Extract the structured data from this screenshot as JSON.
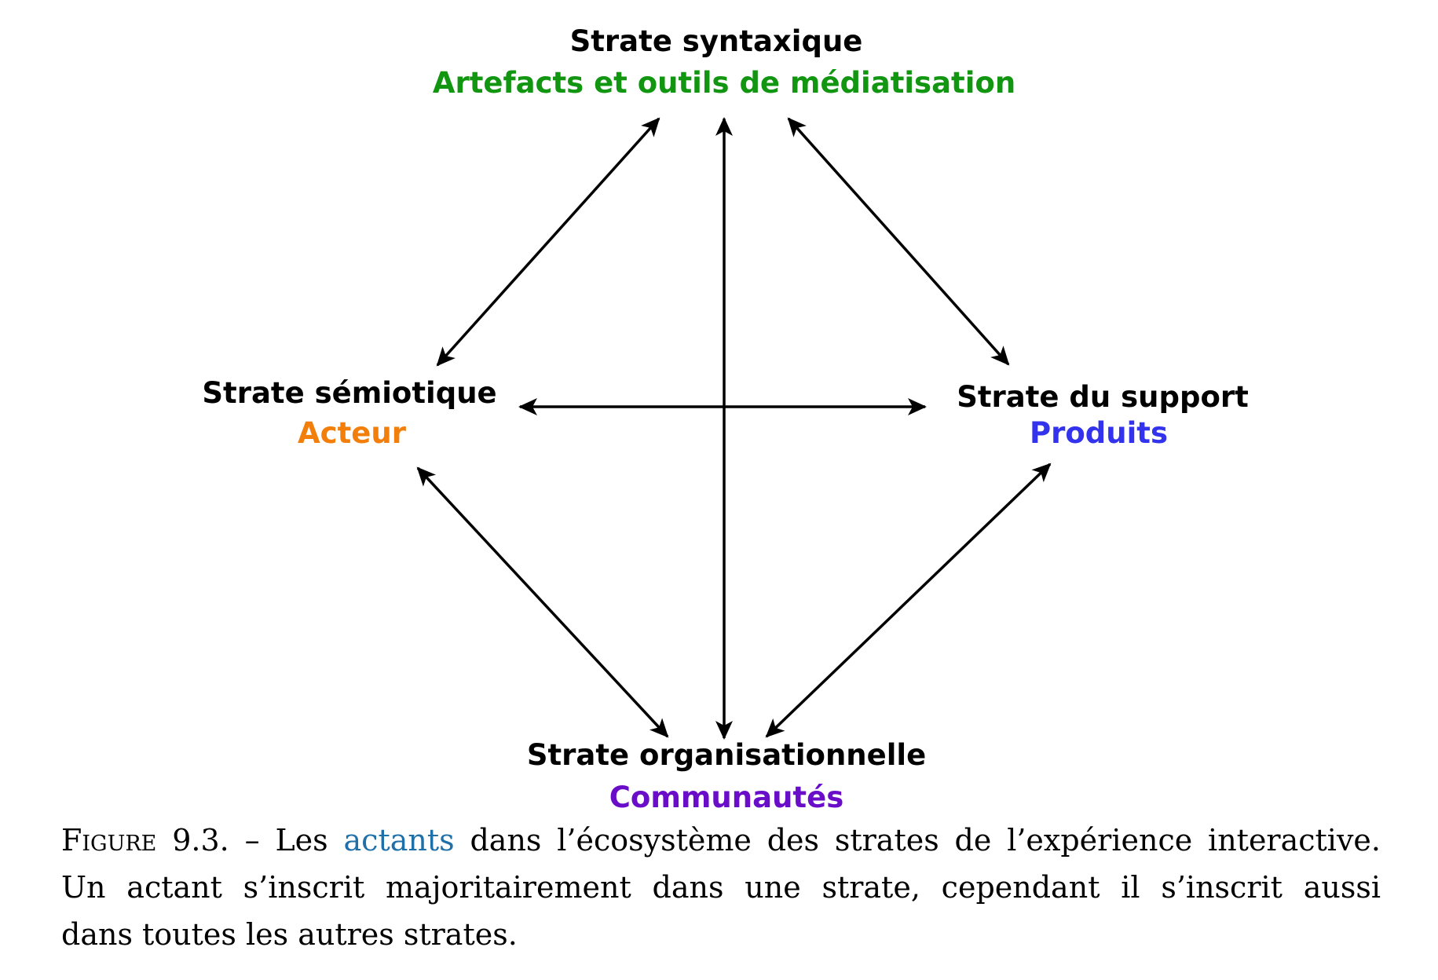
{
  "nodes": {
    "top": {
      "title": "Strate syntaxique",
      "subtitle": "Artefacts et outils de médiatisation",
      "subtitle_color": "#129612"
    },
    "left": {
      "title": "Strate sémiotique",
      "subtitle": "Acteur",
      "subtitle_color": "#f27f0c"
    },
    "right": {
      "title": "Strate du support",
      "subtitle": "Produits",
      "subtitle_color": "#3333ee"
    },
    "bottom": {
      "title": "Strate organisationnelle",
      "subtitle": "Communautés",
      "subtitle_color": "#6a0dc8"
    }
  },
  "edges": [
    {
      "from": "left",
      "to": "top",
      "style": "double-arrow"
    },
    {
      "from": "top",
      "to": "bottom",
      "style": "double-arrow"
    },
    {
      "from": "top",
      "to": "right",
      "style": "double-arrow"
    },
    {
      "from": "left",
      "to": "right",
      "style": "double-arrow"
    },
    {
      "from": "left",
      "to": "bottom",
      "style": "double-arrow"
    },
    {
      "from": "right",
      "to": "bottom",
      "style": "double-arrow"
    }
  ],
  "caption": {
    "label": "Figure 9.3.",
    "dash": "–",
    "text_before_link": "Les",
    "link_text": "actants",
    "link_color": "#1f6fa8",
    "text_after_link": "dans l’écosystème des strates de l’expérience interactive.",
    "line2": "Un actant s’inscrit majoritairement dans une strate, cependant il s’inscrit aussi",
    "line3": "dans toutes les autres strates."
  }
}
